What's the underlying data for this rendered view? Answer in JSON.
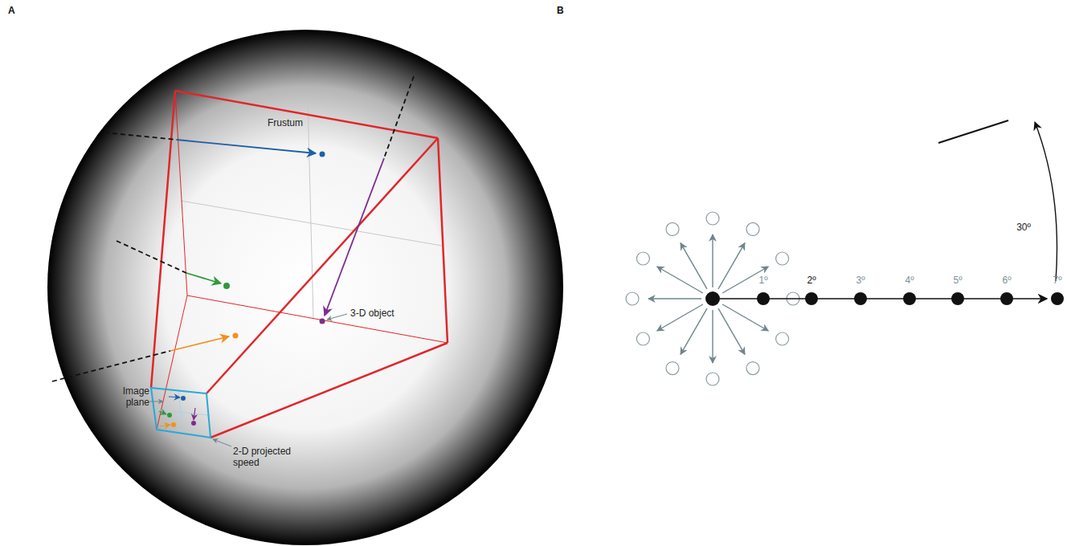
{
  "diagram": {
    "labels": [
      "A",
      "B",
      "Frustum",
      "Image plane",
      "2-D projected speed",
      "3-D object",
      "1º",
      "2º",
      "3º",
      "4º",
      "5º",
      "6º",
      "7º",
      "30º"
    ]
  }
}
